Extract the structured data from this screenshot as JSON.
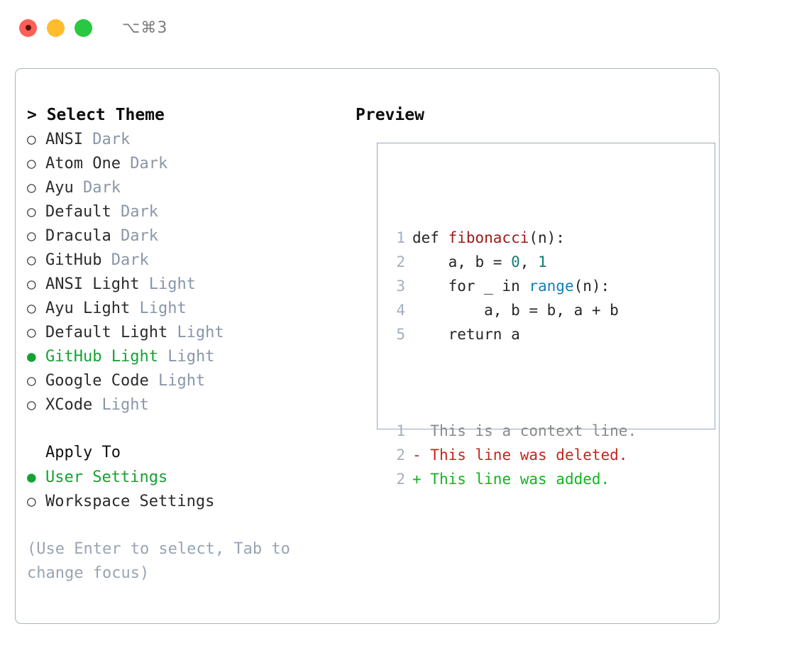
{
  "titlebar": {
    "shortcut": "⌥⌘3",
    "buttons": [
      "close",
      "minimize",
      "maximize"
    ]
  },
  "left": {
    "heading": "> Select Theme",
    "themes": [
      {
        "bullet": "○",
        "name": "ANSI",
        "tag": "Dark",
        "selected": false
      },
      {
        "bullet": "○",
        "name": "Atom One",
        "tag": "Dark",
        "selected": false
      },
      {
        "bullet": "○",
        "name": "Ayu",
        "tag": "Dark",
        "selected": false
      },
      {
        "bullet": "○",
        "name": "Default",
        "tag": "Dark",
        "selected": false
      },
      {
        "bullet": "○",
        "name": "Dracula",
        "tag": "Dark",
        "selected": false
      },
      {
        "bullet": "○",
        "name": "GitHub",
        "tag": "Dark",
        "selected": false
      },
      {
        "bullet": "○",
        "name": "ANSI Light",
        "tag": "Light",
        "selected": false
      },
      {
        "bullet": "○",
        "name": "Ayu Light",
        "tag": "Light",
        "selected": false
      },
      {
        "bullet": "○",
        "name": "Default Light",
        "tag": "Light",
        "selected": false
      },
      {
        "bullet": "●",
        "name": "GitHub Light",
        "tag": "Light",
        "selected": true
      },
      {
        "bullet": "○",
        "name": "Google Code",
        "tag": "Light",
        "selected": false
      },
      {
        "bullet": "○",
        "name": "XCode",
        "tag": "Light",
        "selected": false
      }
    ],
    "apply_to": {
      "heading": "Apply To",
      "options": [
        {
          "bullet": "●",
          "label": "User Settings",
          "selected": true
        },
        {
          "bullet": "○",
          "label": "Workspace Settings",
          "selected": false
        }
      ]
    },
    "hint": "(Use Enter to select, Tab to change focus)"
  },
  "right": {
    "heading": "Preview",
    "code_lines": [
      {
        "no": "1",
        "tokens": [
          {
            "t": "def ",
            "c": "tok-def"
          },
          {
            "t": "fibonacci",
            "c": "tok-fn"
          },
          {
            "t": "(n):",
            "c": "tok-plain"
          }
        ]
      },
      {
        "no": "2",
        "tokens": [
          {
            "t": "    a, b = ",
            "c": "tok-plain"
          },
          {
            "t": "0",
            "c": "tok-num"
          },
          {
            "t": ", ",
            "c": "tok-plain"
          },
          {
            "t": "1",
            "c": "tok-num"
          }
        ]
      },
      {
        "no": "3",
        "tokens": [
          {
            "t": "    for _ in ",
            "c": "tok-plain"
          },
          {
            "t": "range",
            "c": "tok-builtin"
          },
          {
            "t": "(n):",
            "c": "tok-plain"
          }
        ]
      },
      {
        "no": "4",
        "tokens": [
          {
            "t": "        a, b = b, a + b",
            "c": "tok-plain"
          }
        ]
      },
      {
        "no": "5",
        "tokens": [
          {
            "t": "    return a",
            "c": "tok-plain"
          }
        ]
      }
    ],
    "diff_lines": [
      {
        "no": "1",
        "marker": "  ",
        "text": "This is a context line.",
        "kind": "diff-ctx"
      },
      {
        "no": "2",
        "marker": "- ",
        "text": "This line was deleted.",
        "kind": "diff-del"
      },
      {
        "no": "2",
        "marker": "+ ",
        "text": "This line was added.",
        "kind": "diff-add"
      }
    ]
  },
  "colors": {
    "accent_green": "#16a233",
    "tag_grey": "#8a96a8",
    "hint_grey": "#9aa4b2",
    "border": "#a7b2c0",
    "preview_border": "#99a8ba",
    "fn_red": "#9e1a1a",
    "num_teal": "#0f7d72",
    "builtin_blue": "#1380b5",
    "diff_delete_red": "#c4261d",
    "diff_add_green": "#14b31f",
    "lineno_grey": "#a3afbd"
  }
}
